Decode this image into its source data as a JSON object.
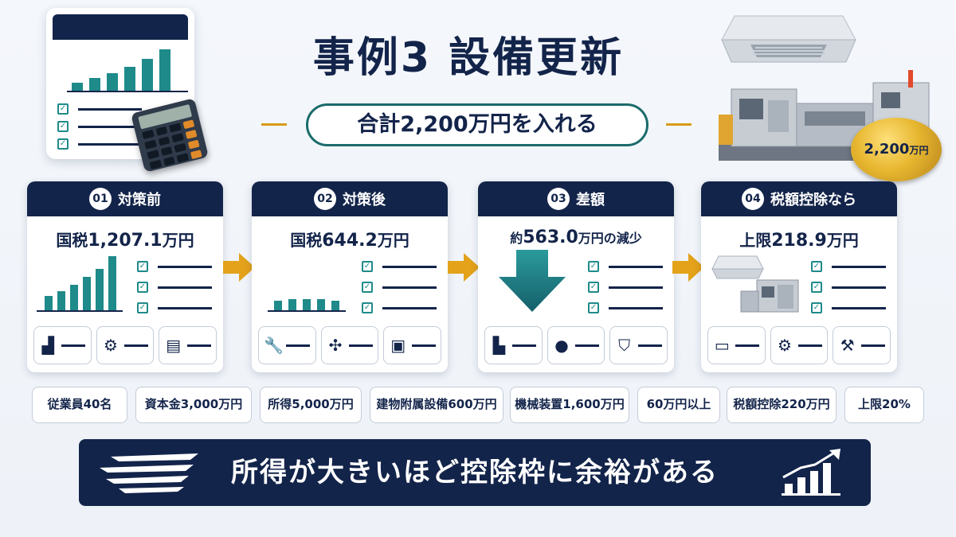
{
  "title": "事例3 設備更新",
  "subtitle": "合計2,200万円を入れる",
  "coin": {
    "amount": "2,200",
    "unit": "万円"
  },
  "cards": [
    {
      "num": "01",
      "label": "対策前",
      "main_prefix": "国税",
      "main_value": "1,207.1",
      "main_suffix": "万円",
      "icons": [
        "building-icon",
        "gear-icon",
        "clipboard-icon"
      ]
    },
    {
      "num": "02",
      "label": "対策後",
      "main_prefix": "国税",
      "main_value": "644.2",
      "main_suffix": "万円",
      "icons": [
        "wrench-icon",
        "fan-icon",
        "cabinet-icon"
      ]
    },
    {
      "num": "03",
      "label": "差額",
      "main_prefix": "約",
      "main_value": "563.0",
      "main_suffix": "万円の減少",
      "icons": [
        "decline-chart-icon",
        "piggy-bank-icon",
        "shield-icon"
      ]
    },
    {
      "num": "04",
      "label": "税額控除なら",
      "main_prefix": "上限",
      "main_value": "218.9",
      "main_suffix": "万円",
      "icons": [
        "air-conditioner-icon",
        "gear-icon",
        "robot-arm-icon"
      ]
    }
  ],
  "chips": [
    "従業員40名",
    "資本金3,000万円",
    "所得5,000万円",
    "建物附属設備600万円",
    "機械装置1,600万円",
    "60万円以上",
    "税額控除220万円",
    "上限20%"
  ],
  "banner": "所得が大きいほど控除枠に余裕がある",
  "colors": {
    "navy": "#13244a",
    "teal": "#1f8a8a",
    "gold": "#d99a1a"
  }
}
